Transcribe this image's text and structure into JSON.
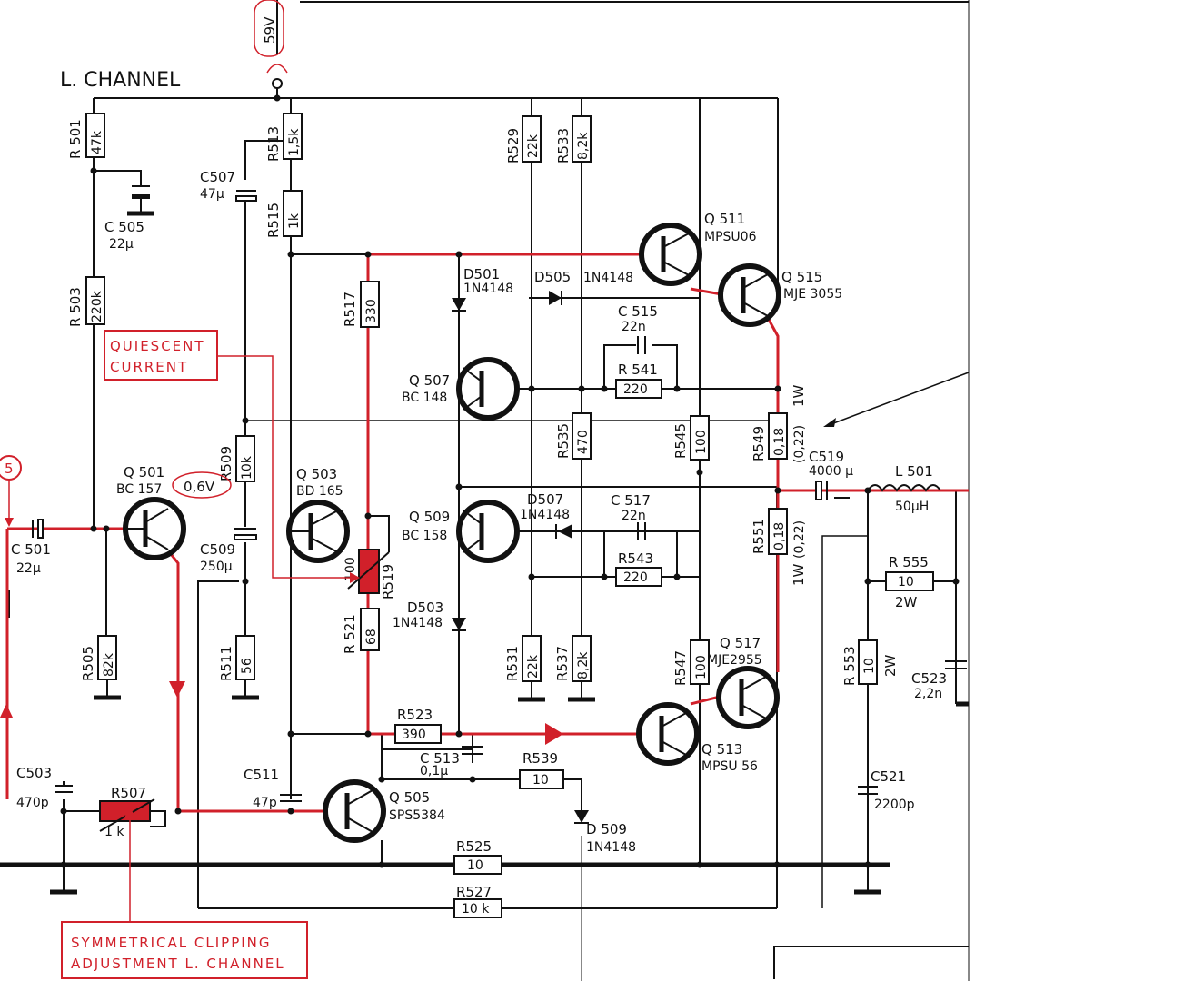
{
  "title": "L. CHANNEL",
  "supply_voltage": "59V",
  "annotations": {
    "quiescent_line1": "QUIESCENT",
    "quiescent_line2": "CURRENT",
    "symmetric_line1": "SYMMETRICAL CLIPPING",
    "symmetric_line2": "ADJUSTMENT L. CHANNEL",
    "node_5": "5",
    "voltage_q501": "0,6V"
  },
  "resistors": {
    "r501": {
      "name": "R 501",
      "value": "47k"
    },
    "r503": {
      "name": "R 503",
      "value": "220k"
    },
    "r505": {
      "name": "R505",
      "value": "82k"
    },
    "r507": {
      "name": "R507",
      "value": "1 k"
    },
    "r509": {
      "name": "R509",
      "value": "10k"
    },
    "r511": {
      "name": "R511",
      "value": "56"
    },
    "r513": {
      "name": "R513",
      "value": "1,5k"
    },
    "r515": {
      "name": "R515",
      "value": "1k"
    },
    "r517": {
      "name": "R517",
      "value": "330"
    },
    "r519": {
      "name": "R519",
      "value": "100"
    },
    "r521": {
      "name": "R 521",
      "value": "68"
    },
    "r523": {
      "name": "R523",
      "value": "390"
    },
    "r525": {
      "name": "R525",
      "value": "10"
    },
    "r527": {
      "name": "R527",
      "value": "10 k"
    },
    "r529": {
      "name": "R529",
      "value": "22k"
    },
    "r531": {
      "name": "R531",
      "value": "22k"
    },
    "r533": {
      "name": "R533",
      "value": "8,2k"
    },
    "r535": {
      "name": "R535",
      "value": "470"
    },
    "r537": {
      "name": "R537",
      "value": "8,2k"
    },
    "r539": {
      "name": "R539",
      "value": "10"
    },
    "r541": {
      "name": "R 541",
      "value": "220"
    },
    "r543": {
      "name": "R543",
      "value": "220"
    },
    "r545": {
      "name": "R545",
      "value": "100"
    },
    "r547": {
      "name": "R547",
      "value": "100"
    },
    "r549": {
      "name": "R549",
      "value": "0,18",
      "alt": "(0,22)",
      "power": "1W"
    },
    "r551": {
      "name": "R551",
      "value": "0,18",
      "alt": "(0,22)",
      "power": "1W"
    },
    "r553": {
      "name": "R 553",
      "value": "10",
      "power": "2W"
    },
    "r555": {
      "name": "R 555",
      "value": "10",
      "power": "2W"
    }
  },
  "capacitors": {
    "c501": {
      "name": "C 501",
      "value": "22μ"
    },
    "c503": {
      "name": "C503",
      "value": "470p"
    },
    "c505": {
      "name": "C 505",
      "value": "22μ"
    },
    "c507": {
      "name": "C507",
      "value": "47μ"
    },
    "c509": {
      "name": "C509",
      "value": "250μ"
    },
    "c511": {
      "name": "C511",
      "value": "47p"
    },
    "c513": {
      "name": "C 513",
      "value": "0,1μ"
    },
    "c515": {
      "name": "C 515",
      "value": "22n"
    },
    "c517": {
      "name": "C 517",
      "value": "22n"
    },
    "c519": {
      "name": "C519",
      "value": "4000 μ"
    },
    "c521": {
      "name": "C521",
      "value": "2200p"
    },
    "c523": {
      "name": "C523",
      "value": "2,2n"
    }
  },
  "inductors": {
    "l501": {
      "name": "L 501",
      "value": "50μH"
    }
  },
  "diodes": {
    "d501": {
      "name": "D501",
      "type": "1N4148"
    },
    "d503": {
      "name": "D503",
      "type": "1N4148"
    },
    "d505": {
      "name": "D505",
      "type": "1N4148"
    },
    "d507": {
      "name": "D507",
      "type": "1N4148"
    },
    "d509": {
      "name": "D 509",
      "type": "1N4148"
    }
  },
  "transistors": {
    "q501": {
      "name": "Q 501",
      "type": "BC 157"
    },
    "q503": {
      "name": "Q 503",
      "type": "BD 165"
    },
    "q505": {
      "name": "Q 505",
      "type": "SPS5384"
    },
    "q507": {
      "name": "Q 507",
      "type": "BC 148"
    },
    "q509": {
      "name": "Q 509",
      "type": "BC 158"
    },
    "q511": {
      "name": "Q 511",
      "type": "MPSU06"
    },
    "q513": {
      "name": "Q 513",
      "type": "MPSU 56"
    },
    "q515": {
      "name": "Q 515",
      "type": "MJE 3055"
    },
    "q517": {
      "name": "Q 517",
      "type": "MJE2955"
    }
  },
  "colors": {
    "ink": "#111111",
    "highlight": "#d1202a",
    "background": "#ffffff"
  }
}
